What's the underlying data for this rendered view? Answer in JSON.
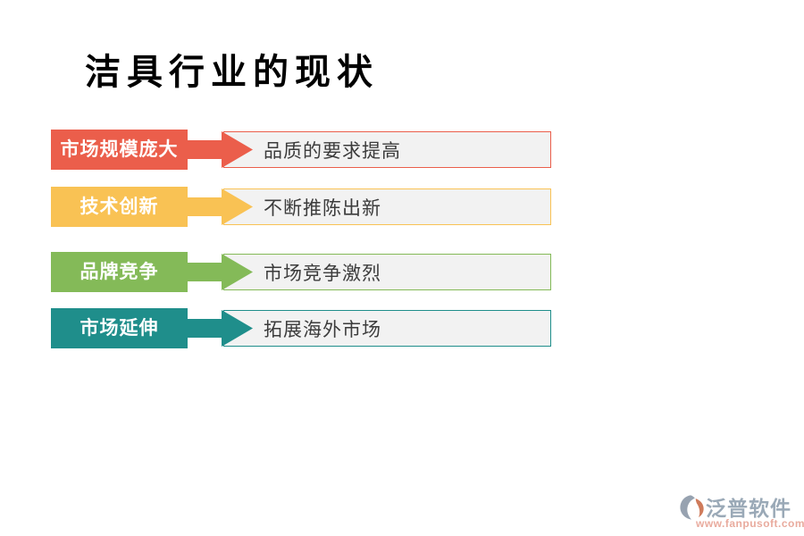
{
  "title": "洁具行业的现状",
  "rows": [
    {
      "label": "市场规模庞大",
      "text": "品质的要求提高",
      "color": "#EB5E4B"
    },
    {
      "label": "技术创新",
      "text": "不断推陈出新",
      "color": "#F9C254"
    },
    {
      "label": "品牌竞争",
      "text": "市场竞争激烈",
      "color": "#84BA58"
    },
    {
      "label": "市场延伸",
      "text": "拓展海外市场",
      "color": "#1F8E8B"
    }
  ],
  "colors": {
    "title": "#000000",
    "label_text": "#FFFFFF",
    "box_bg": "#F2F2F2",
    "box_text": "#3C3C3C"
  },
  "logo": {
    "name": "泛普软件",
    "url": "www.fanpusoft.com",
    "name_color": "#9AA9B7",
    "url_color": "#E9AB9E",
    "icon_gray": "#97A2B0",
    "icon_orange": "#CF7B5B"
  }
}
